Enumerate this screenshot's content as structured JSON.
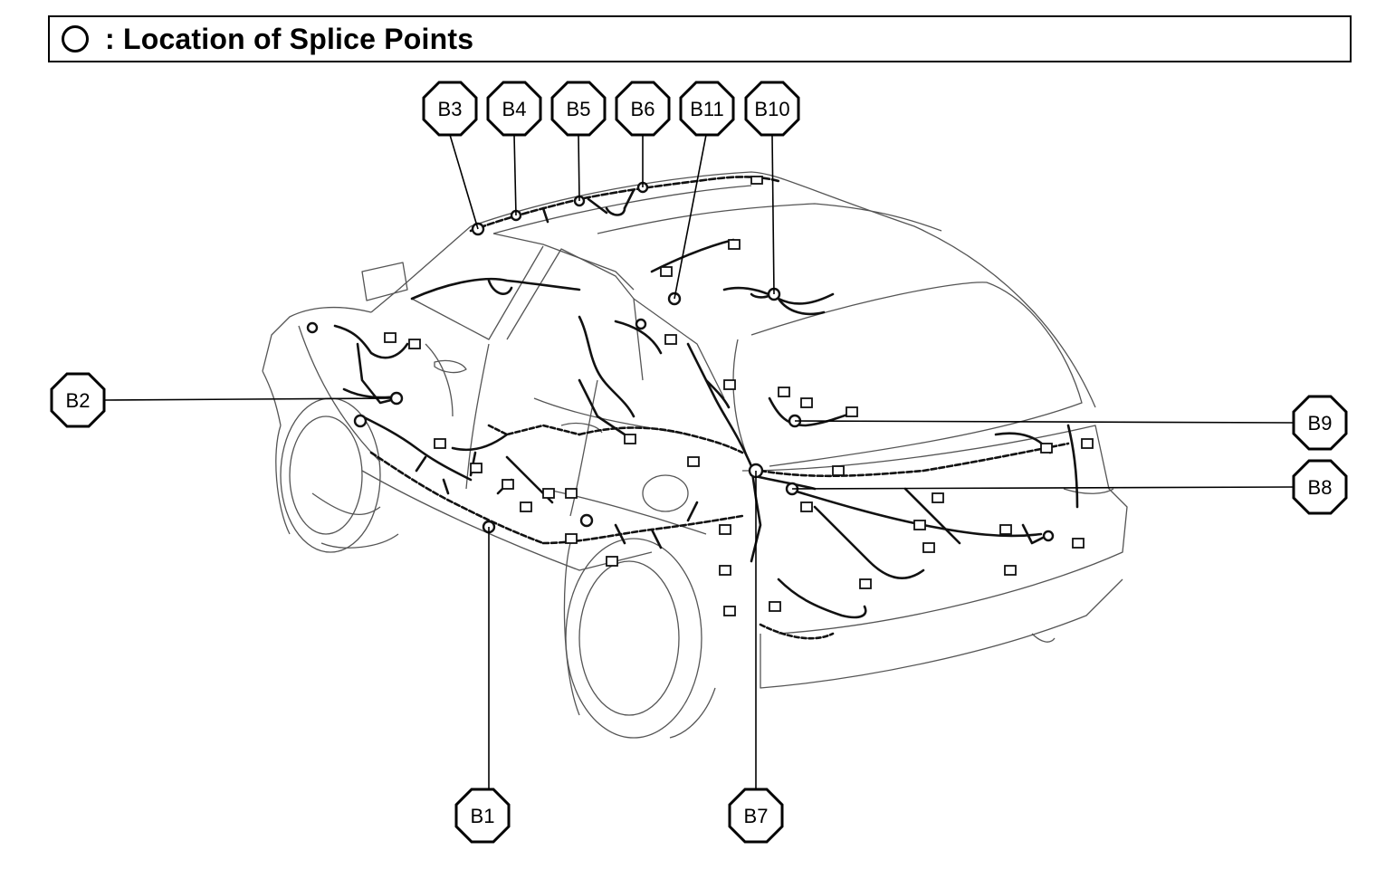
{
  "header": {
    "title": ": Location of Splice Points"
  },
  "splice_points": [
    {
      "id": "b1",
      "label": "B1"
    },
    {
      "id": "b2",
      "label": "B2"
    },
    {
      "id": "b3",
      "label": "B3"
    },
    {
      "id": "b4",
      "label": "B4"
    },
    {
      "id": "b5",
      "label": "B5"
    },
    {
      "id": "b6",
      "label": "B6"
    },
    {
      "id": "b7",
      "label": "B7"
    },
    {
      "id": "b8",
      "label": "B8"
    },
    {
      "id": "b9",
      "label": "B9"
    },
    {
      "id": "b10",
      "label": "B10"
    },
    {
      "id": "b11",
      "label": "B11"
    }
  ]
}
